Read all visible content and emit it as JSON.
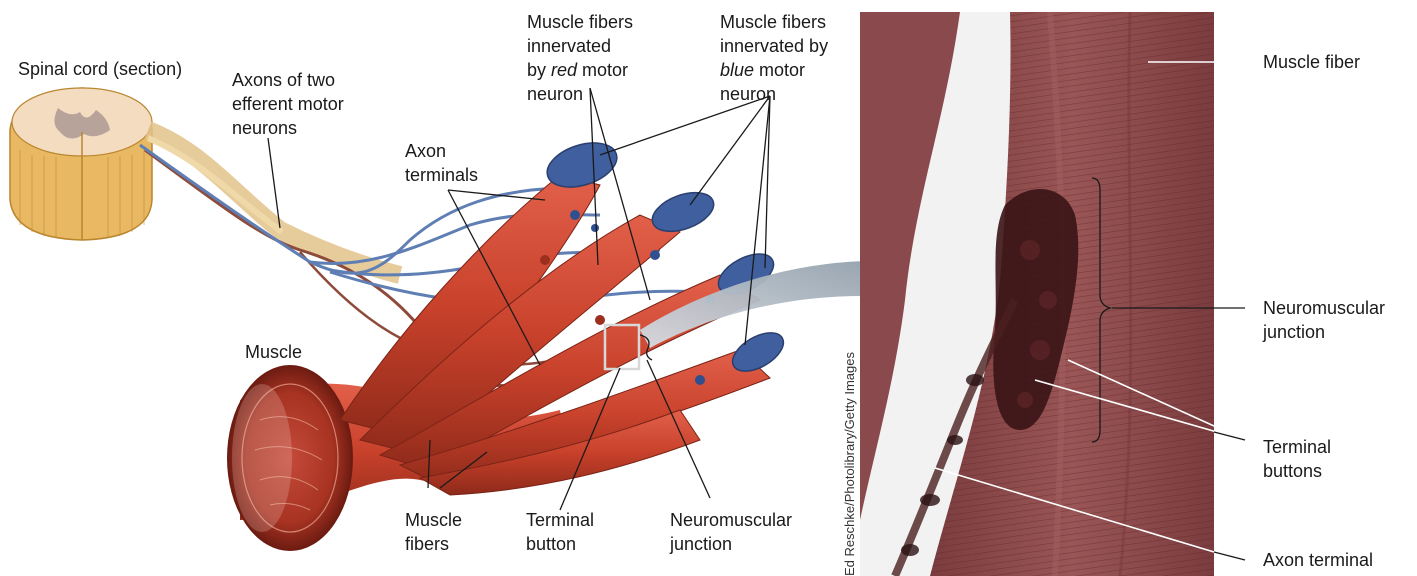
{
  "figure": {
    "credit": "Ed Reschke/Photolibrary/Getty Images",
    "colors": {
      "muscle": "#c8412b",
      "muscle_dark": "#8e2a1a",
      "tendon": "#d9c9b0",
      "blue_neuron": "#3f5f9e",
      "micrograph_bg": "#8c4a4d",
      "spinal_cord": "#e8b45c"
    }
  },
  "labels": {
    "spinal_cord": "Spinal cord (section)",
    "axons_two": [
      "Axons of two",
      "efferent motor",
      "neurons"
    ],
    "axon_terminals": [
      "Axon",
      "terminals"
    ],
    "fibers_red": [
      "Muscle fibers",
      "innervated",
      "by ",
      "red",
      " motor",
      "neuron"
    ],
    "fibers_blue": [
      "Muscle fibers",
      "innervated by",
      "blue",
      " motor",
      "neuron"
    ],
    "muscle": "Muscle",
    "muscle_fibers": [
      "Muscle",
      "fibers"
    ],
    "terminal_button": [
      "Terminal",
      "button"
    ],
    "neuromuscular_left": [
      "Neuromuscular",
      "junction"
    ],
    "muscle_fiber": "Muscle fiber",
    "neuromuscular_right": [
      "Neuromuscular",
      "junction"
    ],
    "terminal_buttons": [
      "Terminal",
      "buttons"
    ],
    "axon_terminal": "Axon terminal"
  }
}
